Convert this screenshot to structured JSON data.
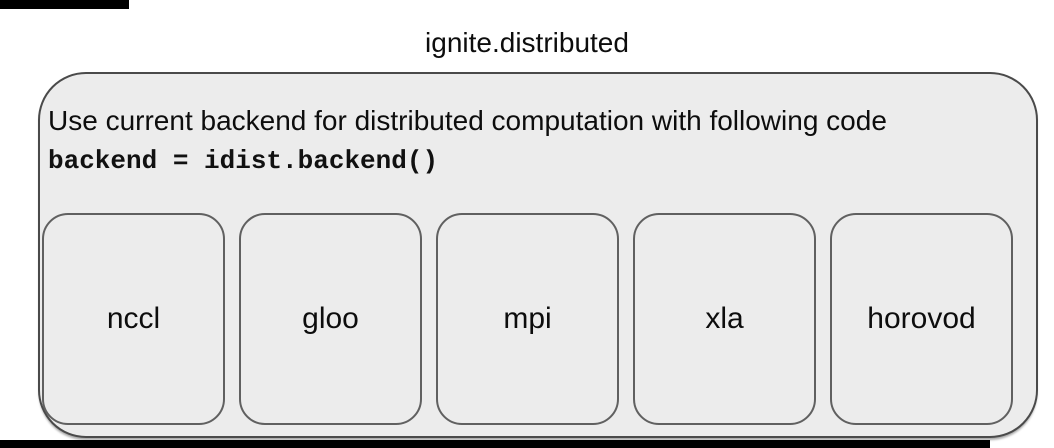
{
  "title": "ignite.distributed",
  "panel": {
    "description": "Use current backend for distributed computation with following code",
    "code": "backend = idist.backend()",
    "backends": [
      {
        "label": "nccl"
      },
      {
        "label": "gloo"
      },
      {
        "label": "mpi"
      },
      {
        "label": "xla"
      },
      {
        "label": "horovod"
      }
    ]
  },
  "colors": {
    "panel_fill": "#ececec",
    "panel_border": "#4a4a4a",
    "box_border": "#606060",
    "text": "#0d0d0d"
  }
}
